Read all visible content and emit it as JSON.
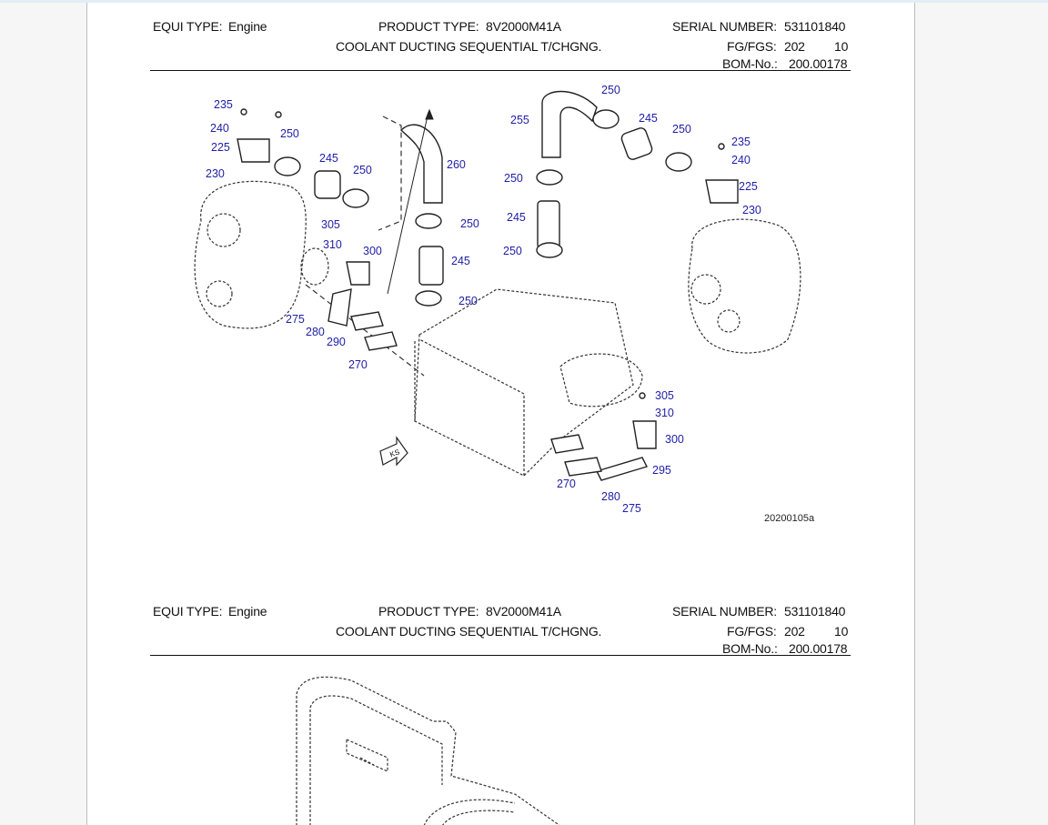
{
  "pages": [
    {
      "header": {
        "equi_type_label": "EQUI TYPE:",
        "equi_type": "Engine",
        "product_type_label": "PRODUCT TYPE:",
        "product_type": "8V2000M41A",
        "title": "COOLANT DUCTING SEQUENTIAL T/CHGNG.",
        "serial_label": "SERIAL NUMBER:",
        "serial": "531101840",
        "fg_label": "FG/FGS:",
        "fg": "202",
        "fgs": "10",
        "bom_label": "BOM-No.:",
        "bom": "200.00178"
      },
      "figure_id": "20200105a",
      "callouts": [
        "235",
        "240",
        "225",
        "250",
        "245",
        "250",
        "230",
        "260",
        "255",
        "250",
        "245",
        "250",
        "235",
        "240",
        "225",
        "230",
        "250",
        "250",
        "245",
        "250",
        "245",
        "305",
        "310",
        "300",
        "250",
        "275",
        "280",
        "290",
        "270",
        "305",
        "310",
        "300",
        "295",
        "270",
        "280",
        "275"
      ],
      "direction_marker": "KS"
    },
    {
      "header": {
        "equi_type_label": "EQUI TYPE:",
        "equi_type": "Engine",
        "product_type_label": "PRODUCT TYPE:",
        "product_type": "8V2000M41A",
        "title": "COOLANT DUCTING SEQUENTIAL T/CHGNG.",
        "serial_label": "SERIAL NUMBER:",
        "serial": "531101840",
        "fg_label": "FG/FGS:",
        "fg": "202",
        "fgs": "10",
        "bom_label": "BOM-No.:",
        "bom": "200.00178"
      }
    }
  ],
  "colors": {
    "callout": "#1e1ea6",
    "page": "#ffffff",
    "background": "#f6f6f6"
  }
}
